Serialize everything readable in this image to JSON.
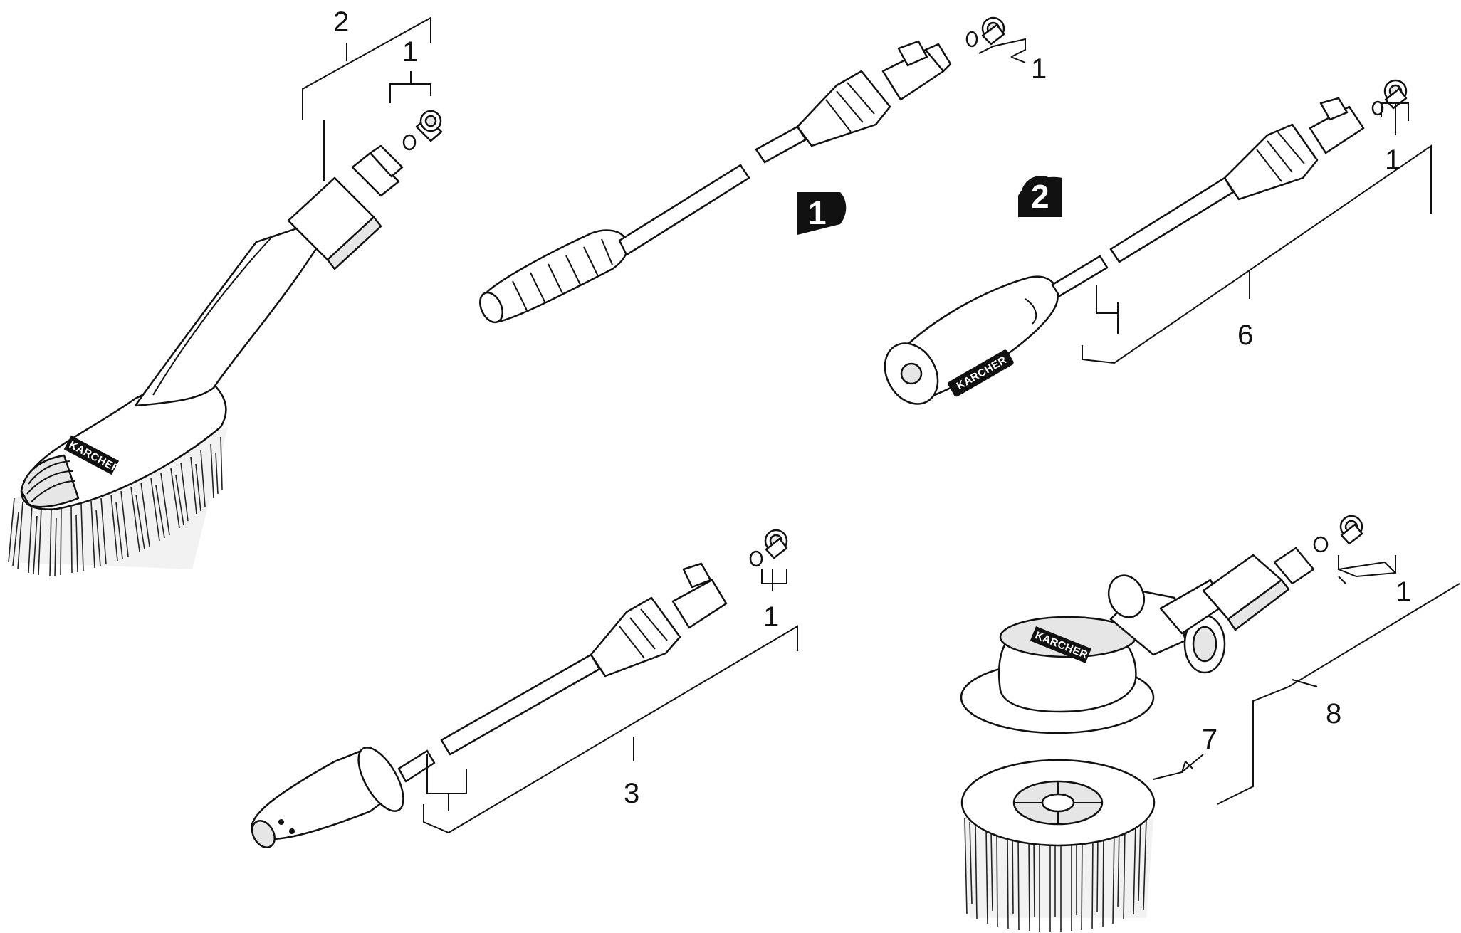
{
  "labels": {
    "n1a": "1",
    "n1b": "1",
    "n1c": "1",
    "n1d": "1",
    "n1e": "1",
    "n2": "2",
    "n3": "3",
    "n6": "6",
    "n7": "7",
    "n8": "8"
  },
  "badges": {
    "b1": "1",
    "b2": "2"
  },
  "brand": {
    "text": "KARCHER"
  },
  "colors": {
    "ink": "#111111",
    "paper": "#ffffff"
  }
}
